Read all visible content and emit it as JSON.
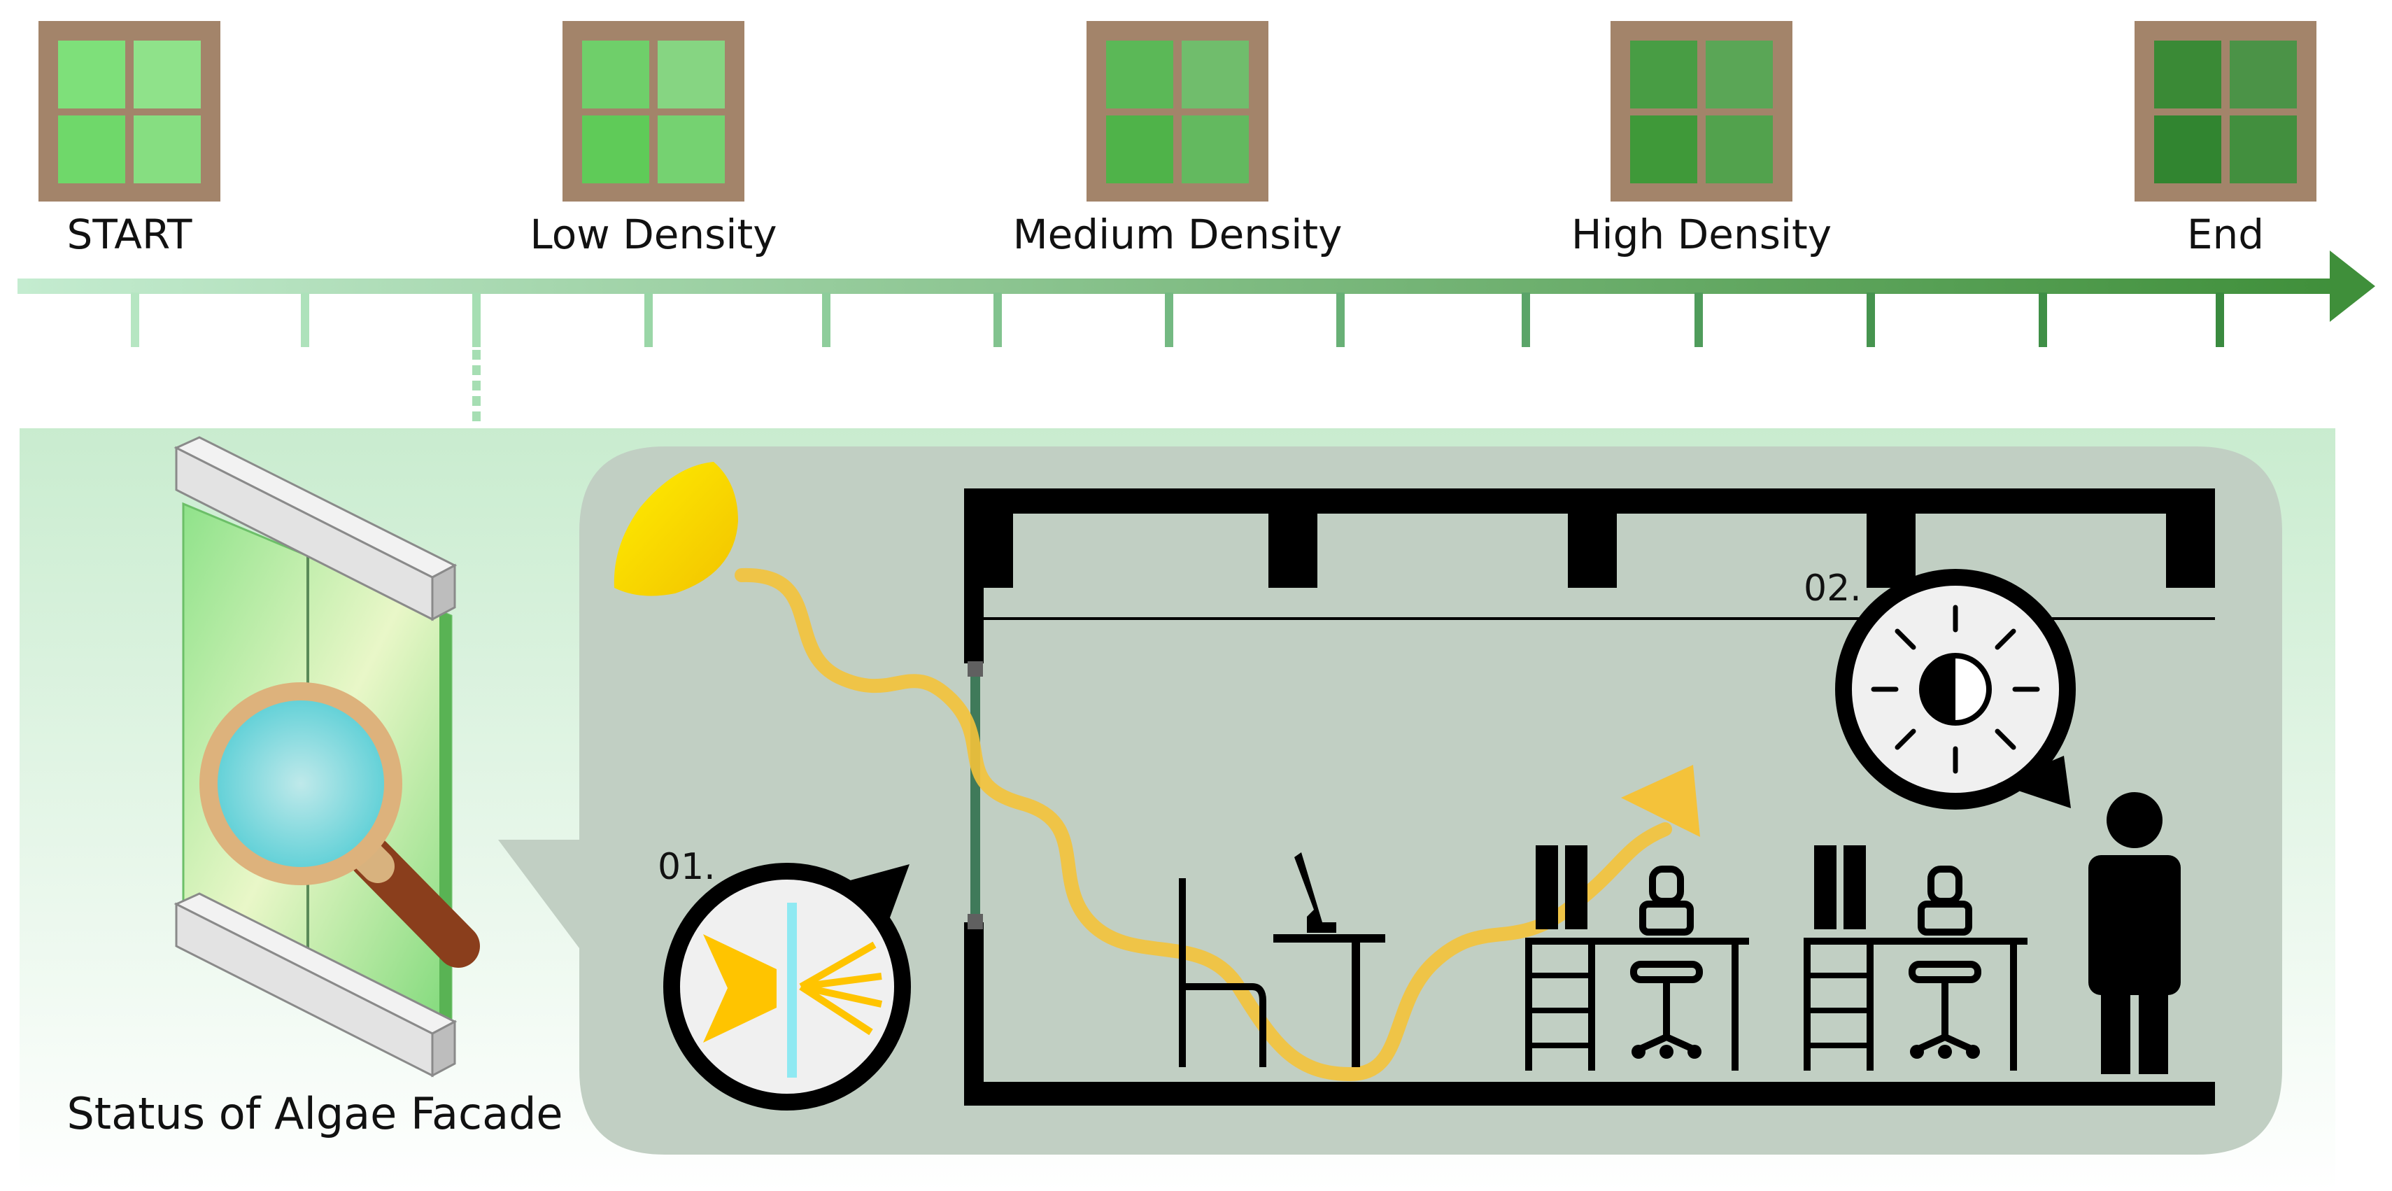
{
  "timeline": {
    "stages": [
      {
        "label": "START",
        "tint": "#7ee07a"
      },
      {
        "label": "Low Density",
        "tint": "#6fcf6a"
      },
      {
        "label": "Medium Density",
        "tint": "#5bb857"
      },
      {
        "label": "High Density",
        "tint": "#489d44"
      },
      {
        "label": "End",
        "tint": "#3a8a36"
      }
    ],
    "colors": {
      "start": "#b8e8c4",
      "end": "#3f8f3a",
      "frame": "#a3846a"
    }
  },
  "facade": {
    "caption": "Status of Algae Facade",
    "icon": "magnifier-icon"
  },
  "section": {
    "callouts": [
      {
        "number": "01.",
        "icon": "light-refraction-icon"
      },
      {
        "number": "02.",
        "icon": "brightness-icon"
      }
    ],
    "icons": {
      "sun": "sun-icon",
      "light_path": "light-path-arrow-icon",
      "chair": "chair-icon",
      "desk": "desk-icon",
      "workstation": "workstation-icon",
      "person": "person-icon"
    },
    "colors": {
      "panel": "#c1cfc3",
      "light": "#f4c23a",
      "sun": "#ffe100"
    }
  }
}
